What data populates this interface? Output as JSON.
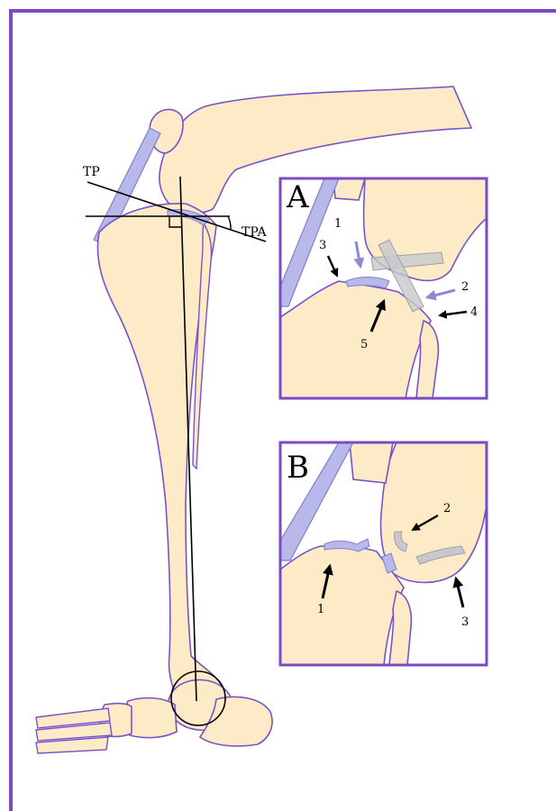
{
  "colors": {
    "frame": "#7a4bc4",
    "bone_fill": "#fcebc6",
    "bone_stroke": "#7a52c8",
    "ligament": "#b9b8ea",
    "ligament_stroke": "#7f7fd0",
    "arrow_purple": "#8c8ad6",
    "meniscus_grey": "#c8c8cc",
    "line": "#000000"
  },
  "icons": [
    "tibial-plateau-angle-diagram",
    "stifle-joint-inset"
  ],
  "main": {
    "tp_label": "TP",
    "tpa_label": "TPA"
  },
  "panel_a": {
    "letter": "A",
    "labels": [
      "1",
      "2",
      "3",
      "4",
      "5"
    ]
  },
  "panel_b": {
    "letter": "B",
    "labels": [
      "1",
      "2",
      "3"
    ]
  }
}
